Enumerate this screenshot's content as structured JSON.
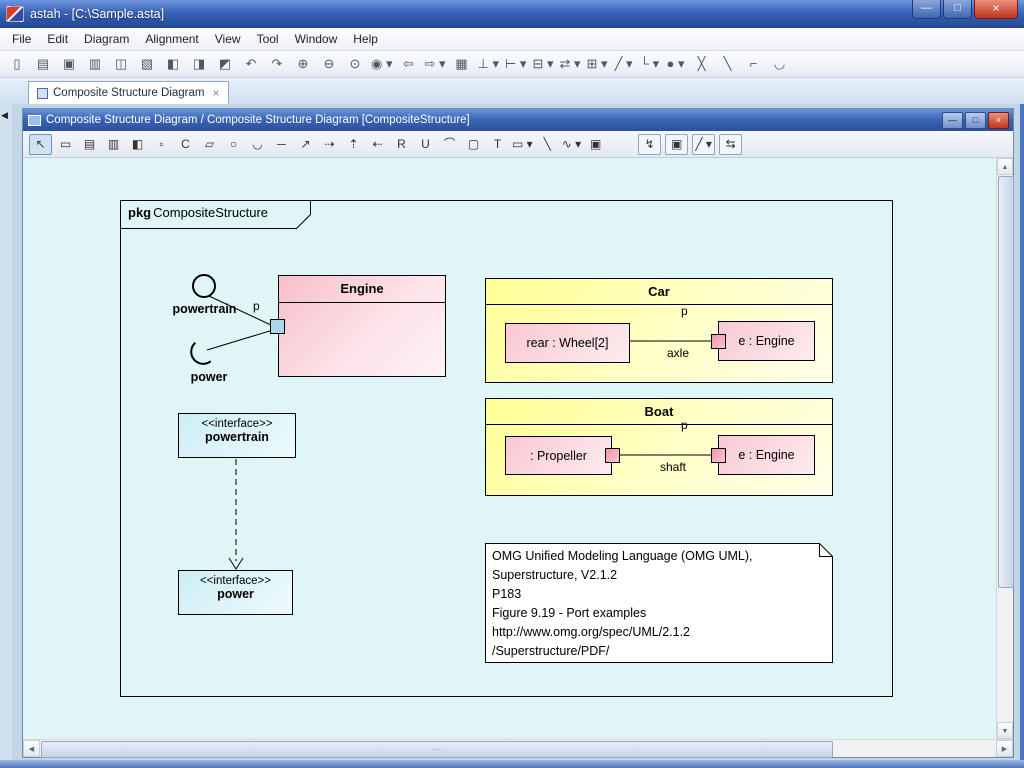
{
  "titlebar": {
    "title": "astah - [C:\\Sample.asta]",
    "minimize_glyph": "—",
    "maximize_glyph": "□",
    "close_glyph": "×"
  },
  "menubar": {
    "items": [
      {
        "name": "menu-file",
        "label": "File"
      },
      {
        "name": "menu-edit",
        "label": "Edit"
      },
      {
        "name": "menu-diagram",
        "label": "Diagram"
      },
      {
        "name": "menu-alignment",
        "label": "Alignment"
      },
      {
        "name": "menu-view",
        "label": "View"
      },
      {
        "name": "menu-tool",
        "label": "Tool"
      },
      {
        "name": "menu-window",
        "label": "Window"
      },
      {
        "name": "menu-help",
        "label": "Help"
      }
    ]
  },
  "toolbar": {
    "icons": [
      {
        "name": "new-file-icon",
        "glyph": "▯"
      },
      {
        "name": "open-file-icon",
        "glyph": "▤"
      },
      {
        "name": "save-icon",
        "glyph": "▣"
      },
      {
        "name": "print-icon",
        "glyph": "▥"
      },
      {
        "name": "print-preview-icon",
        "glyph": "◫"
      },
      {
        "name": "export-image-icon",
        "glyph": "▧"
      },
      {
        "name": "copy-icon",
        "glyph": "◧"
      },
      {
        "name": "paste-icon",
        "glyph": "◨"
      },
      {
        "name": "clone-icon",
        "glyph": "◩"
      },
      {
        "name": "undo-icon",
        "glyph": "↶"
      },
      {
        "name": "redo-icon",
        "glyph": "↷"
      },
      {
        "name": "zoom-in-icon",
        "glyph": "⊕"
      },
      {
        "name": "zoom-out-icon",
        "glyph": "⊖"
      },
      {
        "name": "zoom-reset-icon",
        "glyph": "⊙"
      },
      {
        "name": "zoom-ratio-icon",
        "glyph": "◉ ▾"
      },
      {
        "name": "jump-back-icon",
        "glyph": "⇦"
      },
      {
        "name": "jump-forward-icon",
        "glyph": "⇨ ▾"
      },
      {
        "name": "element-table-icon",
        "glyph": "▦"
      },
      {
        "name": "align-vertical-icon",
        "glyph": "⊥ ▾"
      },
      {
        "name": "align-horizontal-icon",
        "glyph": "⊢ ▾"
      },
      {
        "name": "match-size-icon",
        "glyph": "⊟ ▾"
      },
      {
        "name": "distribute-icon",
        "glyph": "⇄ ▾"
      },
      {
        "name": "grid-icon",
        "glyph": "⊞ ▾"
      },
      {
        "name": "line-shape-icon",
        "glyph": "╱ ▾"
      },
      {
        "name": "line-corner-icon",
        "glyph": "└ ▾"
      },
      {
        "name": "shape-color-icon",
        "glyph": "● ▾"
      },
      {
        "name": "trim-icon",
        "glyph": "╳"
      },
      {
        "name": "diagonal-line-icon",
        "glyph": "╲"
      },
      {
        "name": "angle-icon",
        "glyph": "⌐"
      },
      {
        "name": "arc-icon",
        "glyph": "◡"
      }
    ]
  },
  "tabbar": {
    "active_label": "Composite Structure Diagram",
    "close_glyph": "×"
  },
  "panel": {
    "collapse_glyph": "◀"
  },
  "editor": {
    "title": "Composite Structure Diagram / Composite Structure Diagram [CompositeStructure]",
    "minimize_glyph": "—",
    "restore_glyph": "□",
    "close_glyph": "×",
    "select_glyph": "↖",
    "tools": [
      {
        "name": "structure-frame-tool",
        "glyph": "▭"
      },
      {
        "name": "list-tool",
        "glyph": "▤"
      },
      {
        "name": "matrix-tool",
        "glyph": "▥"
      },
      {
        "name": "part-tool",
        "glyph": "◧"
      },
      {
        "name": "port-tool",
        "glyph": "▫"
      },
      {
        "name": "class-tool",
        "glyph": "C"
      },
      {
        "name": "package-tool",
        "glyph": "▱"
      },
      {
        "name": "provided-interface-tool",
        "glyph": "○"
      },
      {
        "name": "required-interface-tool",
        "glyph": "◡"
      },
      {
        "name": "connector-tool",
        "glyph": "─"
      },
      {
        "name": "association-tool",
        "glyph": "↗"
      },
      {
        "name": "dependency-tool",
        "glyph": "⇢"
      },
      {
        "name": "realization-tool",
        "glyph": "⇡"
      },
      {
        "name": "usage-tool",
        "glyph": "⇠"
      },
      {
        "name": "requirement-tool",
        "glyph": "R"
      },
      {
        "name": "usecase-tool",
        "glyph": "U"
      },
      {
        "name": "anchor-tool",
        "glyph": "⌒"
      },
      {
        "name": "note-tool",
        "glyph": "▢"
      },
      {
        "name": "text-tool",
        "glyph": "T"
      },
      {
        "name": "rectangle-tool",
        "glyph": "▭ ▾"
      },
      {
        "name": "line-tool",
        "glyph": "╲"
      },
      {
        "name": "curve-tool",
        "glyph": "∿ ▾"
      },
      {
        "name": "image-tool",
        "glyph": "▣"
      }
    ],
    "right_tools": [
      {
        "name": "quick-draw-tool",
        "glyph": "↯"
      },
      {
        "name": "frame-toggle-button",
        "glyph": "▣"
      },
      {
        "name": "pen-style-button",
        "glyph": "╱ ▾"
      },
      {
        "name": "swap-orientation-button",
        "glyph": "⇆"
      }
    ]
  },
  "scrollbars": {
    "up": "▲",
    "down": "▼",
    "left": "◀",
    "right": "▶",
    "grip": "⋯"
  },
  "diagram": {
    "package": {
      "keyword": "pkg",
      "name": "CompositeStructure"
    },
    "engine_class": {
      "title": "Engine",
      "port_label": "p"
    },
    "provided_interface_label": "powertrain",
    "required_interface_label": "power",
    "interface_powertrain": {
      "stereotype": "<<interface>>",
      "name": "powertrain"
    },
    "interface_power": {
      "stereotype": "<<interface>>",
      "name": "power"
    },
    "car": {
      "title": "Car",
      "part1": "rear : Wheel[2]",
      "connector_label": "axle",
      "port_label": "p",
      "part2": "e : Engine"
    },
    "boat": {
      "title": "Boat",
      "part1": ": Propeller",
      "connector_label": "shaft",
      "port_label": "p",
      "part2": "e : Engine"
    },
    "note_lines": [
      "OMG Unified Modeling Language (OMG UML),",
      "Superstructure, V2.1.2",
      "P183",
      "Figure 9.19 - Port examples",
      "http://www.omg.org/spec/UML/2.1.2",
      "/Superstructure/PDF/"
    ]
  },
  "colors": {
    "titlebar_blue": "#3a63b8",
    "canvas_cyan": "#e0f5f5",
    "class_pink": "#f7bfca",
    "structure_yellow": "#ffff94",
    "interface_cyan": "#cdeef5",
    "port_blue": "#aed8ea",
    "port_pink": "#f295ad",
    "note_white": "#ffffff"
  }
}
